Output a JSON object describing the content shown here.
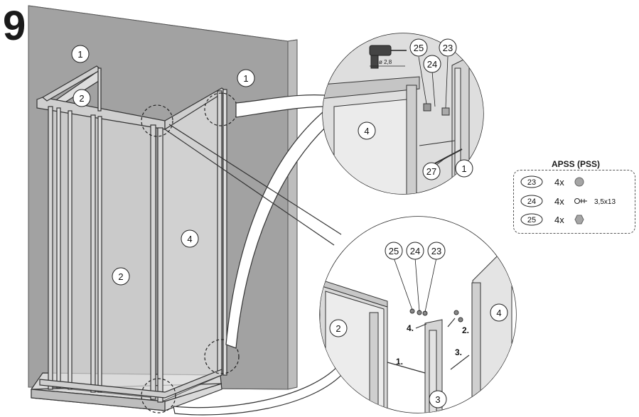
{
  "step": "9",
  "overview_callouts": [
    "1",
    "2",
    "1",
    "4",
    "2"
  ],
  "top_detail": {
    "callouts": [
      "25",
      "24",
      "23",
      "4",
      "27",
      "1"
    ],
    "drill_bit": "ø 2,8"
  },
  "bottom_detail": {
    "callouts": [
      "25",
      "24",
      "23",
      "2",
      "4",
      "3"
    ],
    "steps": [
      "1.",
      "2.",
      "3.",
      "4."
    ]
  },
  "parts_list": {
    "title": "APSS (PSS)",
    "items": [
      {
        "id": "23",
        "qty": "4x",
        "icon": "cap-icon",
        "spec": ""
      },
      {
        "id": "24",
        "qty": "4x",
        "icon": "screw-icon",
        "spec": "3,5x13"
      },
      {
        "id": "25",
        "qty": "4x",
        "icon": "washer-icon",
        "spec": ""
      }
    ]
  },
  "colors": {
    "wall": "#9e9e9e",
    "frame": "#c9c9c9",
    "glass": "#e9e9e9",
    "line": "#333333"
  }
}
